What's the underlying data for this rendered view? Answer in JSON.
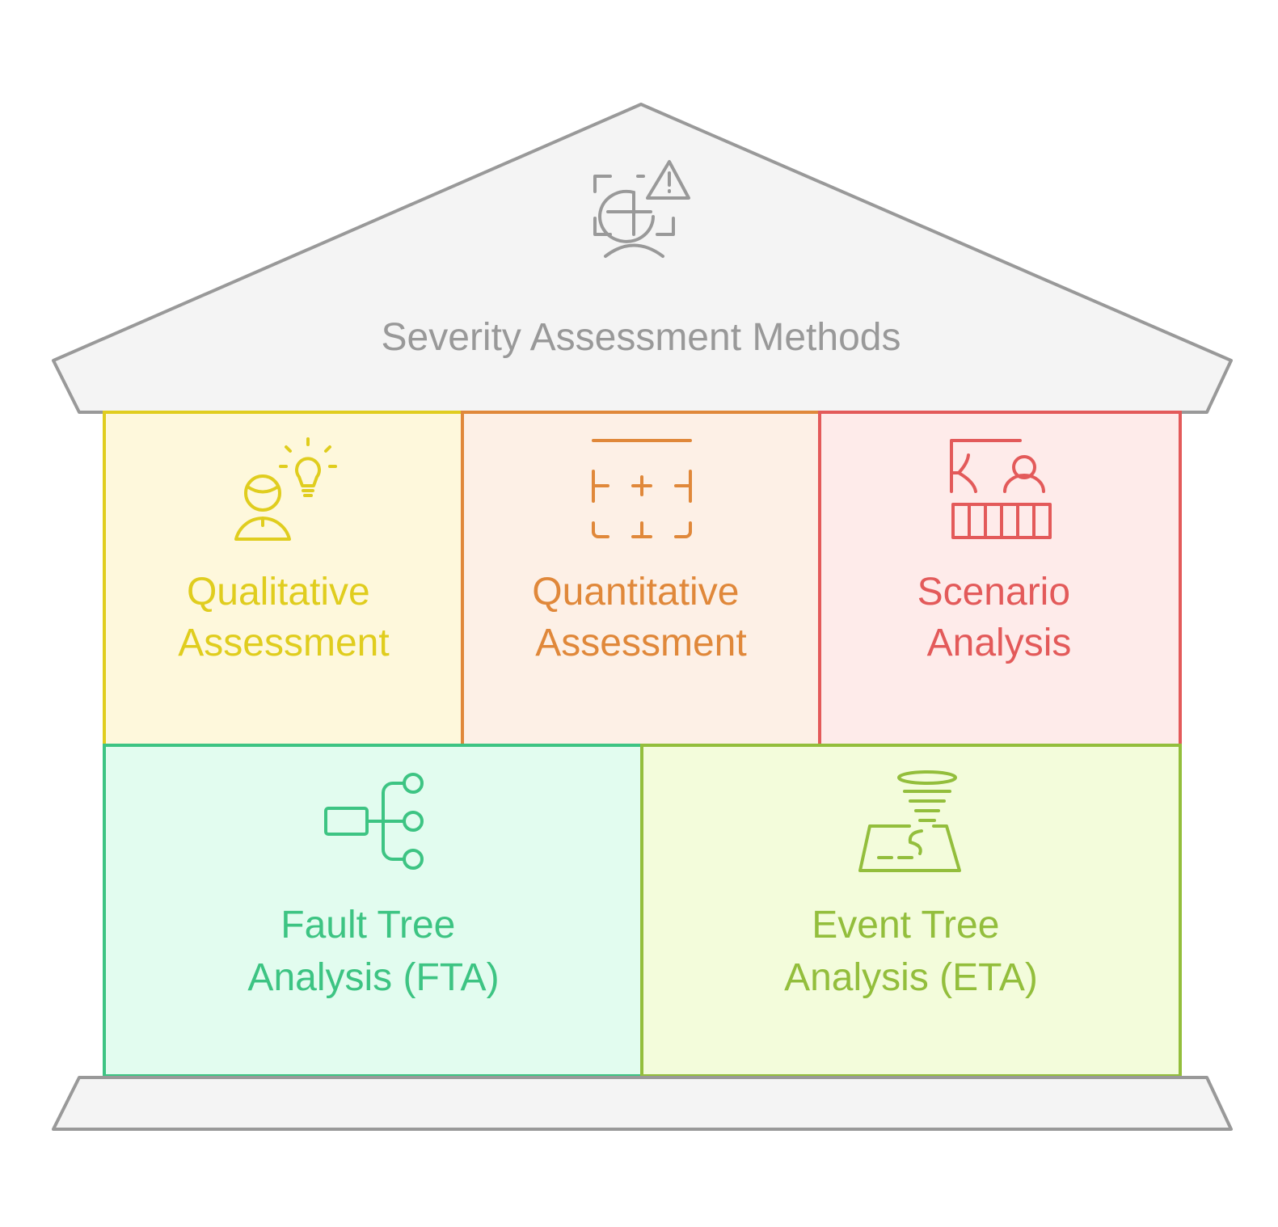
{
  "diagram": {
    "title": "Severity Assessment Methods",
    "title_icon": "globe-alert-person-icon",
    "colors": {
      "structure_stroke": "#999999",
      "structure_fill": "#f4f4f4",
      "title_text": "#999999"
    },
    "cells": [
      {
        "id": "qualitative",
        "line1": "Qualitative",
        "line2": "Assessment",
        "icon": "person-lightbulb-icon",
        "stroke": "#e0cd1e",
        "fill": "#fef8dc"
      },
      {
        "id": "quantitative",
        "line1": "Quantitative",
        "line2": "Assessment",
        "icon": "measurement-grid-icon",
        "stroke": "#e0883a",
        "fill": "#fdf0e6"
      },
      {
        "id": "scenario",
        "line1": "Scenario",
        "line2": "Analysis",
        "icon": "person-scenario-icon",
        "stroke": "#e35a5a",
        "fill": "#feebea"
      },
      {
        "id": "fta",
        "line1": "Fault Tree",
        "line2": "Analysis (FTA)",
        "icon": "tree-diagram-icon",
        "stroke": "#3dc483",
        "fill": "#e2fcef"
      },
      {
        "id": "eta",
        "line1": "Event Tree",
        "line2": "Analysis (ETA)",
        "icon": "tornado-map-icon",
        "stroke": "#93be3c",
        "fill": "#f3fcdb"
      }
    ]
  }
}
